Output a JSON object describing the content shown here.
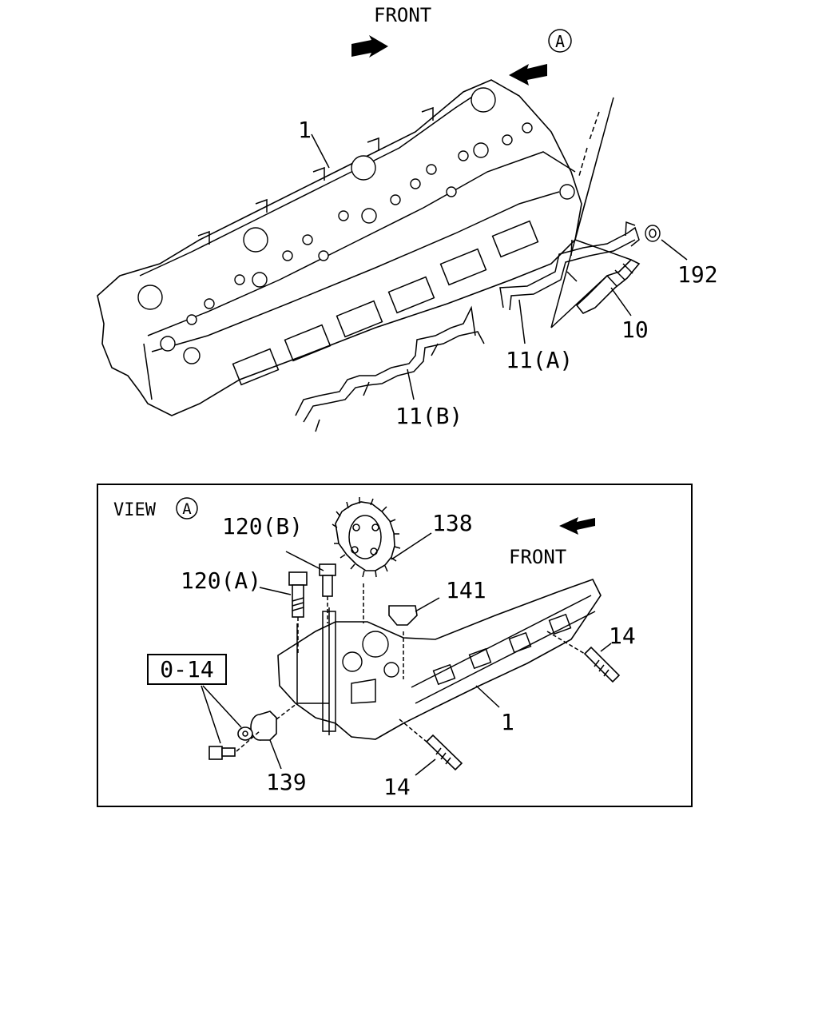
{
  "top": {
    "front_label": "FRONT",
    "view_marker": "A",
    "callouts": {
      "head": "1",
      "nut": "192",
      "glow_plug": "10",
      "harness_a": "11(A)",
      "harness_b": "11(B)"
    }
  },
  "view": {
    "title": "VIEW",
    "marker": "A",
    "front_label": "FRONT",
    "callouts": {
      "bolt_b": "120(B)",
      "bolt_a": "120(A)",
      "gear": "138",
      "key": "141",
      "kit": "0-14",
      "stud_right": "14",
      "head": "1",
      "plug": "139",
      "stud_bottom": "14"
    }
  }
}
